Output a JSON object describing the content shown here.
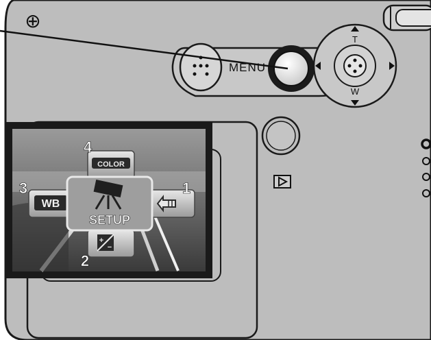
{
  "camera": {
    "strap_symbol": "⊕",
    "menu_button_label": "MENU",
    "zoom_tele_label": "T",
    "zoom_wide_label": "W",
    "playback_icon": "play-icon",
    "colors": {
      "body": "#bdbdbd",
      "body_outline": "#1a1a1a",
      "lcd_bg": "#262626"
    }
  },
  "lcd_menu": {
    "center_label": "SETUP",
    "center_icon": "camera-setup-icon",
    "options": [
      {
        "number": "1",
        "icon": "hand-pointer-icon",
        "label": ""
      },
      {
        "number": "2",
        "icon": "exposure-compensation-icon",
        "label": ""
      },
      {
        "number": "3",
        "icon": "white-balance-icon",
        "label": "WB"
      },
      {
        "number": "4",
        "icon": "color-mode-icon",
        "label": "COLOR"
      }
    ]
  }
}
